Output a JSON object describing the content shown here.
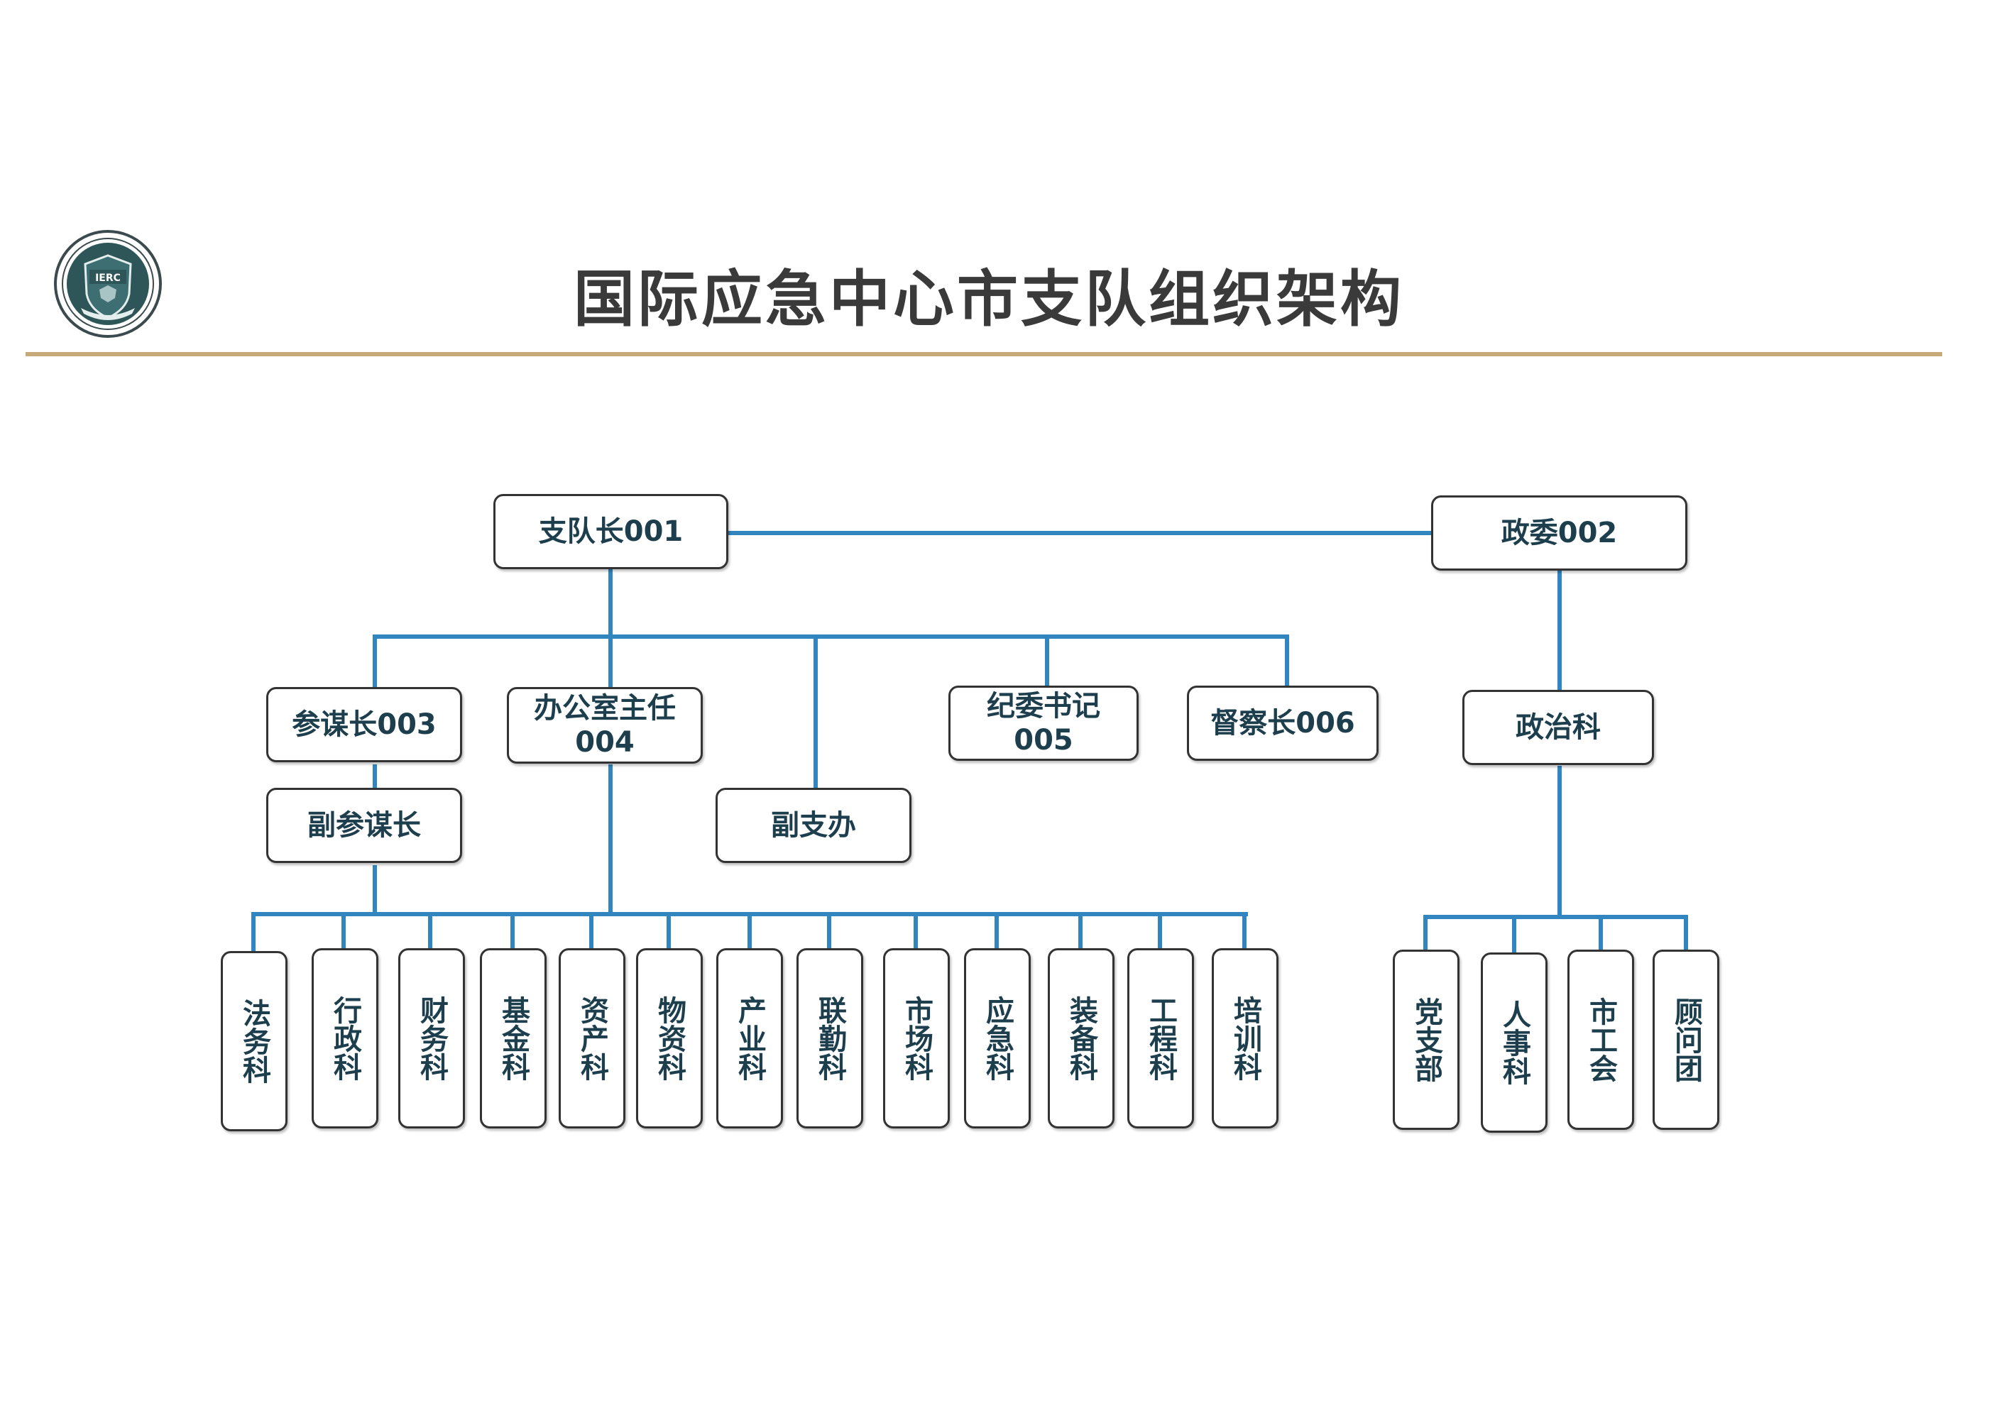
{
  "title": "国际应急中心市支队组织架构",
  "logo": {
    "icon": "shield-emblem-icon",
    "text": "IERC"
  },
  "colors": {
    "connector": "#3186bf",
    "title_rule": "#c7a878",
    "box_text": "#1d3e4c",
    "title_text": "#3a3a3a"
  },
  "org": {
    "leader": "支队长001",
    "commissar": "政委002",
    "chief_of_staff": "参谋长003",
    "office_director": "办公室主任\n004",
    "deputy_office": "副支办",
    "discipline_secretary": "纪委书记\n005",
    "inspector": "督察长006",
    "political_dept": "政治科",
    "deputy_chief_of_staff": "副参谋长",
    "sections": [
      "法务科",
      "行政科",
      "财务科",
      "基金科",
      "资产科",
      "物资科",
      "产业科",
      "联勤科",
      "市场科",
      "应急科",
      "装备科",
      "工程科",
      "培训科"
    ],
    "political_units": [
      "党支部",
      "人事科",
      "市工会",
      "顾问团"
    ]
  }
}
